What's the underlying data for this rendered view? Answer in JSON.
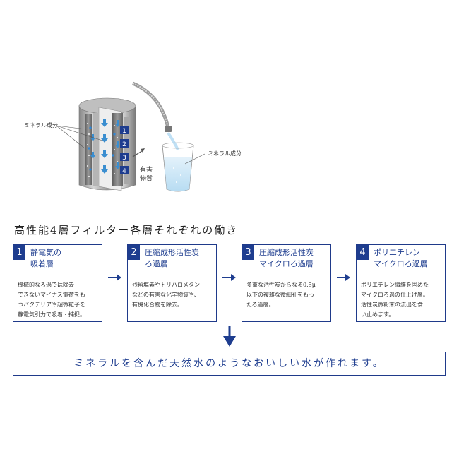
{
  "illustration": {
    "mineral_label_left": "ミネラル成分",
    "mineral_label_right": "ミネラル成分",
    "harmful_line1": "有害",
    "harmful_line2": "物質",
    "layer_numbers": [
      "1",
      "2",
      "3",
      "4"
    ]
  },
  "title": "高性能4層フィルター各層それぞれの働き",
  "steps": [
    {
      "num": "1",
      "head": [
        "静電気の",
        "吸着層"
      ],
      "body": [
        "機械的なろ過では除去",
        "できないマイナス電荷をも",
        "つバクテリアや超微粒子を",
        "静電気引力で吸着・捕捉。"
      ]
    },
    {
      "num": "2",
      "head": [
        "圧縮成形活性炭",
        "ろ過層"
      ],
      "body": [
        "残留塩素やトリハロメタン",
        "などの有害な化学物質や、",
        "有機化合物を除去。"
      ]
    },
    {
      "num": "3",
      "head": [
        "圧縮成形活性炭",
        "マイクロろ過層"
      ],
      "body": [
        "多重な活性炭からなる0.5μ",
        "以下の複雑な微細孔をもっ",
        "たろ過層。"
      ]
    },
    {
      "num": "4",
      "head": [
        "ポリエチレン",
        "マイクロろ過層"
      ],
      "body": [
        "ポリエチレン繊維を固めた",
        "マイクロろ過の仕上げ層。",
        "活性炭微粉末の流出を食",
        "い止めます。"
      ]
    }
  ],
  "result": "ミネラルを含んだ天然水のようなおいしい水が作れます。",
  "colors": {
    "accent": "#1e3d8f",
    "water": "#cfe6f5"
  }
}
